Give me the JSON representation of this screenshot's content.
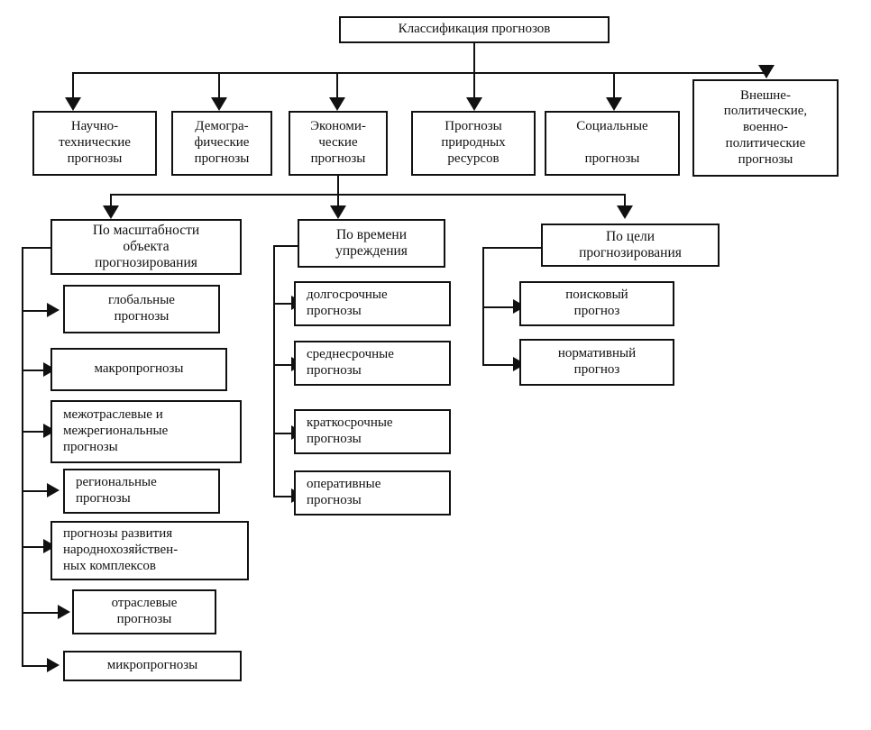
{
  "diagram": {
    "title": "Классификация прогнозов",
    "language": "ru",
    "type": "hierarchical-tree-flowchart",
    "colors": {
      "background": "#ffffff",
      "stroke": "#111111",
      "text": "#111111"
    }
  },
  "root": {
    "label": "Классификация прогнозов"
  },
  "level2": [
    {
      "id": "nauchno-tehnicheskie",
      "label": "Научно-\nтехнические\nпрогнозы"
    },
    {
      "id": "demograficheskie",
      "label": "Демогра-\nфические\nпрогнозы"
    },
    {
      "id": "ekonomicheskie",
      "label": "Экономи-\nческие\nпрогнозы"
    },
    {
      "id": "prirodnyh-resursov",
      "label": "Прогнозы\nприродных\nресурсов"
    },
    {
      "id": "socialnye",
      "label": "Социальные\n\nпрогнозы"
    },
    {
      "id": "vneshnepoliticheskie",
      "label": "Внешне-\nполитические,\nвоенно-\nполитические\nпрогнозы"
    }
  ],
  "groups": [
    {
      "id": "po-masshtabnosti",
      "header": "По масштабности\nобъекта\nпрогнозирования",
      "items": [
        {
          "id": "globalnye",
          "label": "глобальные\nпрогнозы"
        },
        {
          "id": "makroprognozy",
          "label": "макропрогнозы"
        },
        {
          "id": "mezhotraslevye",
          "label": "межотраслевые и\nмежрегиональные\nпрогнозы"
        },
        {
          "id": "regionalnye",
          "label": "региональные\nпрогнозы"
        },
        {
          "id": "narodnohozyajstvennye",
          "label": "прогнозы развития\nнароднохозяйствен-\nных комплексов"
        },
        {
          "id": "otraslevye",
          "label": "отраслевые\nпрогнозы"
        },
        {
          "id": "mikroprognozy",
          "label": "микропрогнозы"
        }
      ]
    },
    {
      "id": "po-vremeni-uprezhdeniya",
      "header": "По времени\nупреждения",
      "items": [
        {
          "id": "dolgosrochnye",
          "label": "долгосрочные\nпрогнозы"
        },
        {
          "id": "srednesrochnye",
          "label": "среднесрочные\nпрогнозы"
        },
        {
          "id": "kratkosrochnye",
          "label": "краткосрочные\nпрогнозы"
        },
        {
          "id": "operativnye",
          "label": "оперативные\nпрогнозы"
        }
      ]
    },
    {
      "id": "po-celi-prognozirovaniya",
      "header": "По цели\nпрогнозирования",
      "items": [
        {
          "id": "poiskovyj",
          "label": "поисковый\nпрогноз"
        },
        {
          "id": "normativnyj",
          "label": "нормативный\nпрогноз"
        }
      ]
    }
  ]
}
